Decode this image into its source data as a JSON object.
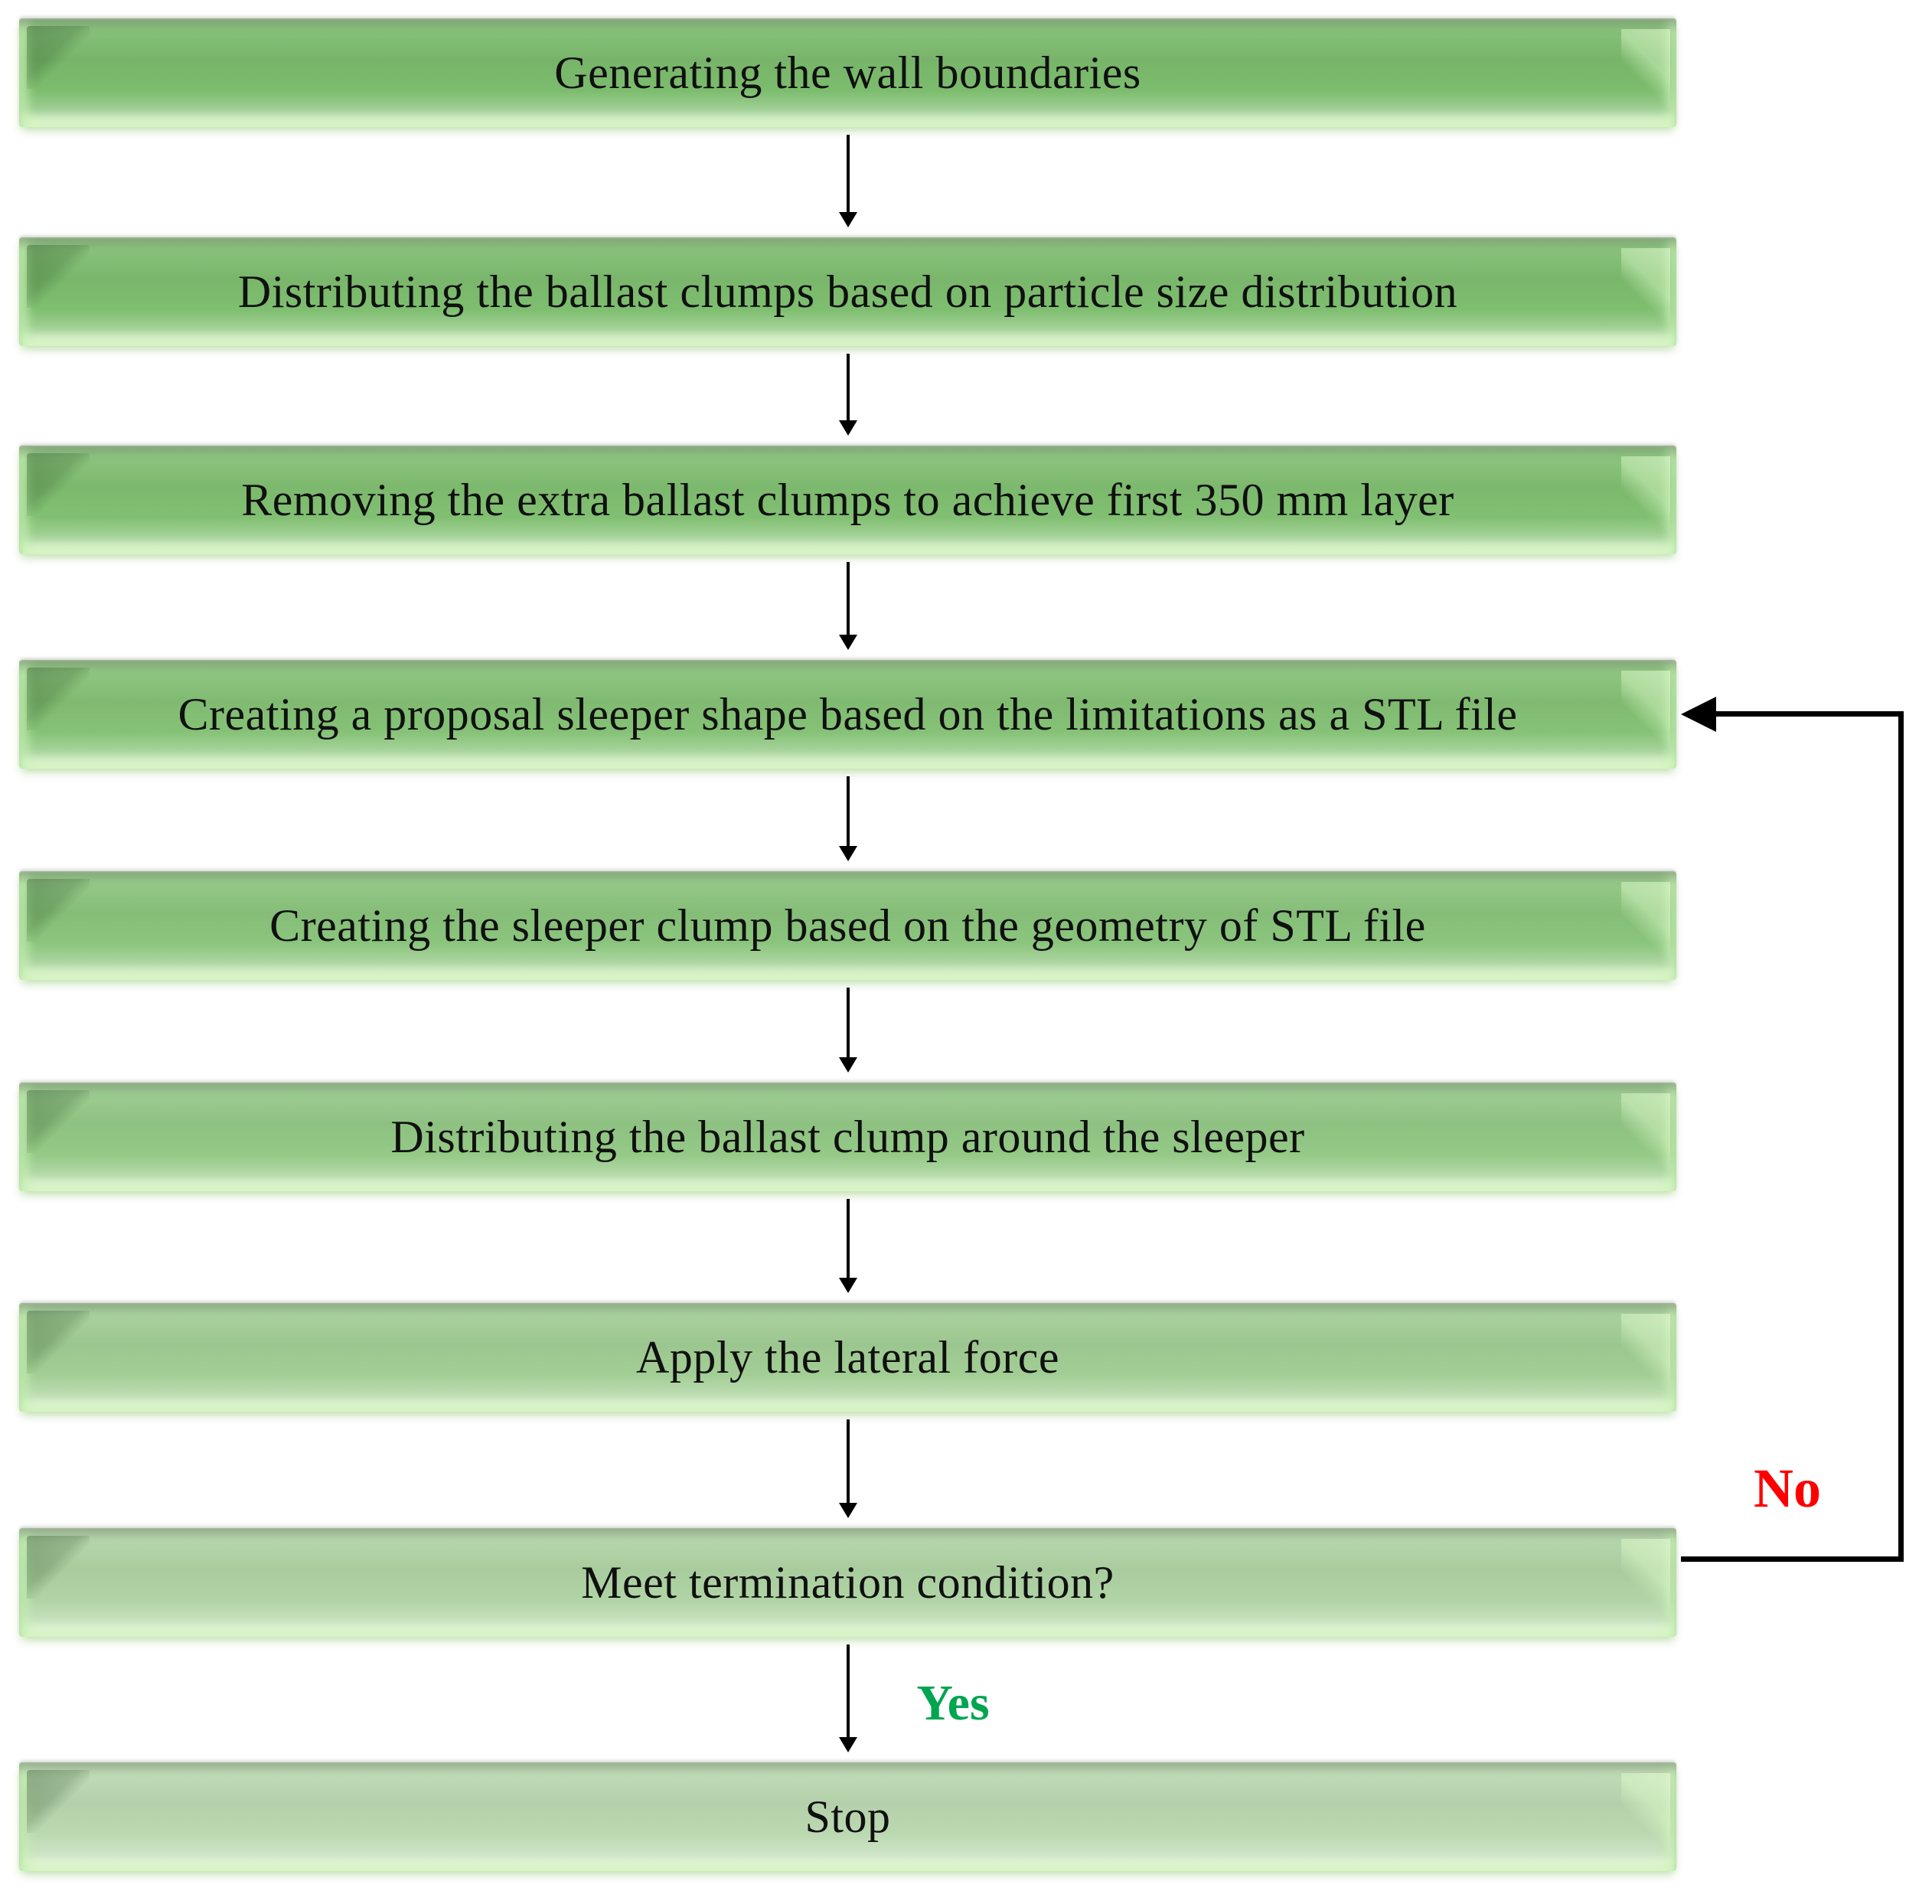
{
  "flowchart": {
    "steps": [
      {
        "label": "Generating the wall boundaries",
        "fill": "#7CBC6D"
      },
      {
        "label": "Distributing the ballast clumps based on particle size distribution",
        "fill": "#7EBE6F"
      },
      {
        "label": "Removing the extra ballast clumps to achieve first 350 mm layer",
        "fill": "#81C072"
      },
      {
        "label": "Creating a proposal sleeper shape based on the limitations as a STL file",
        "fill": "#85C276"
      },
      {
        "label": "Creating the sleeper clump based on the geometry of STL file",
        "fill": "#8BC57D"
      },
      {
        "label": "Distributing the ballast clump around the sleeper",
        "fill": "#94C986"
      },
      {
        "label": "Apply the lateral force",
        "fill": "#A2CE95"
      },
      {
        "label": "Meet termination condition?",
        "fill": "#B0D4A5"
      },
      {
        "label": "Stop",
        "fill": "#BBD9B1"
      }
    ],
    "decision": {
      "no_label": "No",
      "no_color": "#FE0000",
      "yes_label": "Yes",
      "yes_color": "#00A550"
    },
    "arrow_color": "#000000",
    "text_color": "#101010"
  }
}
